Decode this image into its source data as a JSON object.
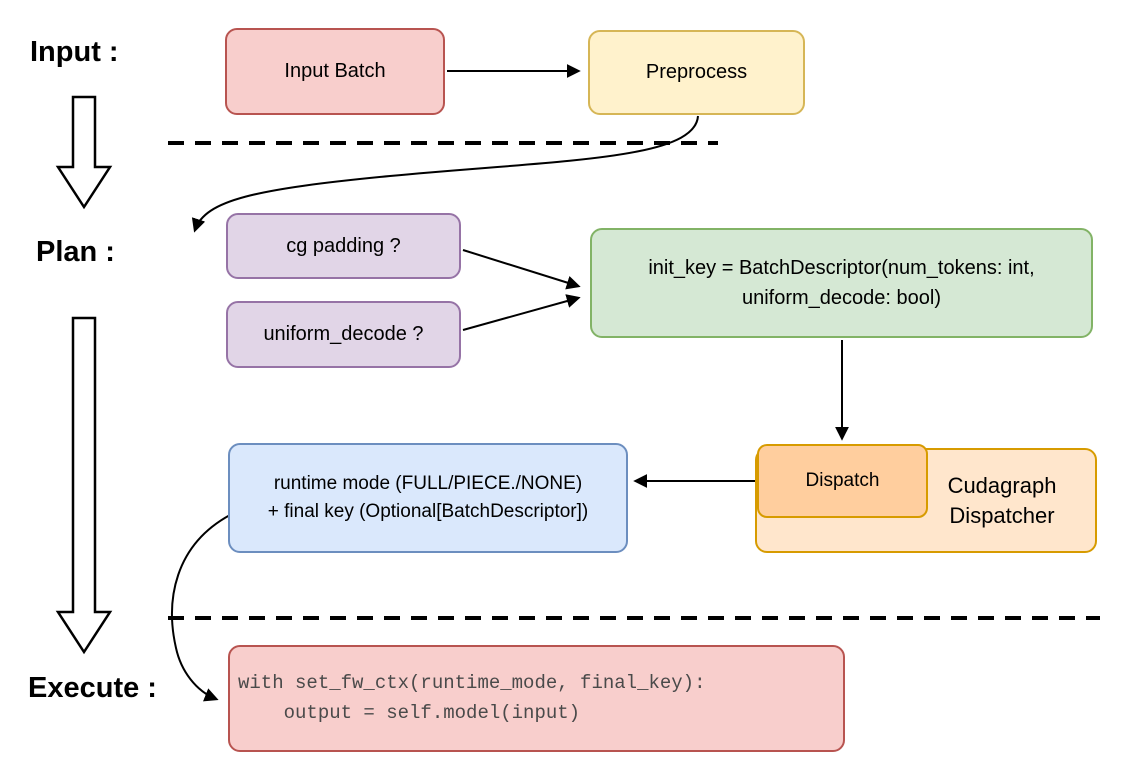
{
  "diagram": {
    "phases": {
      "input": "Input :",
      "plan": "Plan :",
      "execute": "Execute :"
    },
    "nodes": {
      "input_batch": {
        "label": "Input Batch",
        "fill": "#f8cecc",
        "border": "#b85450"
      },
      "preprocess": {
        "label": "Preprocess",
        "fill": "#fff2cc",
        "border": "#d6b656"
      },
      "cg_padding": {
        "label": "cg padding ?",
        "fill": "#e1d5e7",
        "border": "#9673a6"
      },
      "uniform_decode": {
        "label": "uniform_decode ?",
        "fill": "#e1d5e7",
        "border": "#9673a6"
      },
      "init_key": {
        "line1": "init_key = BatchDescriptor(num_tokens: int,",
        "line2": "uniform_decode: bool)",
        "fill": "#d5e8d4",
        "border": "#82b366"
      },
      "dispatch": {
        "label": "Dispatch",
        "fill": "#ffce9e",
        "border": "#d79b00"
      },
      "cudagraph_dispatcher": {
        "label": "Cudagraph Dispatcher",
        "fill": "#ffe6cc",
        "border": "#d79b00"
      },
      "runtime_mode": {
        "line1": "runtime mode (FULL/PIECE./NONE)",
        "line2": "+ final key (Optional[BatchDescriptor])",
        "fill": "#dae8fc",
        "border": "#6c8ebf"
      },
      "execute_code": {
        "line1": "with set_fw_ctx(runtime_mode, final_key):",
        "line2": "    output = self.model(input)",
        "fill": "#f8cecc",
        "border": "#b85450"
      }
    },
    "edges": [
      {
        "from": "input_batch",
        "to": "preprocess"
      },
      {
        "from": "preprocess",
        "to": "cg_padding"
      },
      {
        "from": "cg_padding",
        "to": "init_key"
      },
      {
        "from": "uniform_decode",
        "to": "init_key"
      },
      {
        "from": "init_key",
        "to": "dispatch"
      },
      {
        "from": "dispatch",
        "to": "runtime_mode"
      },
      {
        "from": "runtime_mode",
        "to": "execute_code"
      }
    ]
  }
}
